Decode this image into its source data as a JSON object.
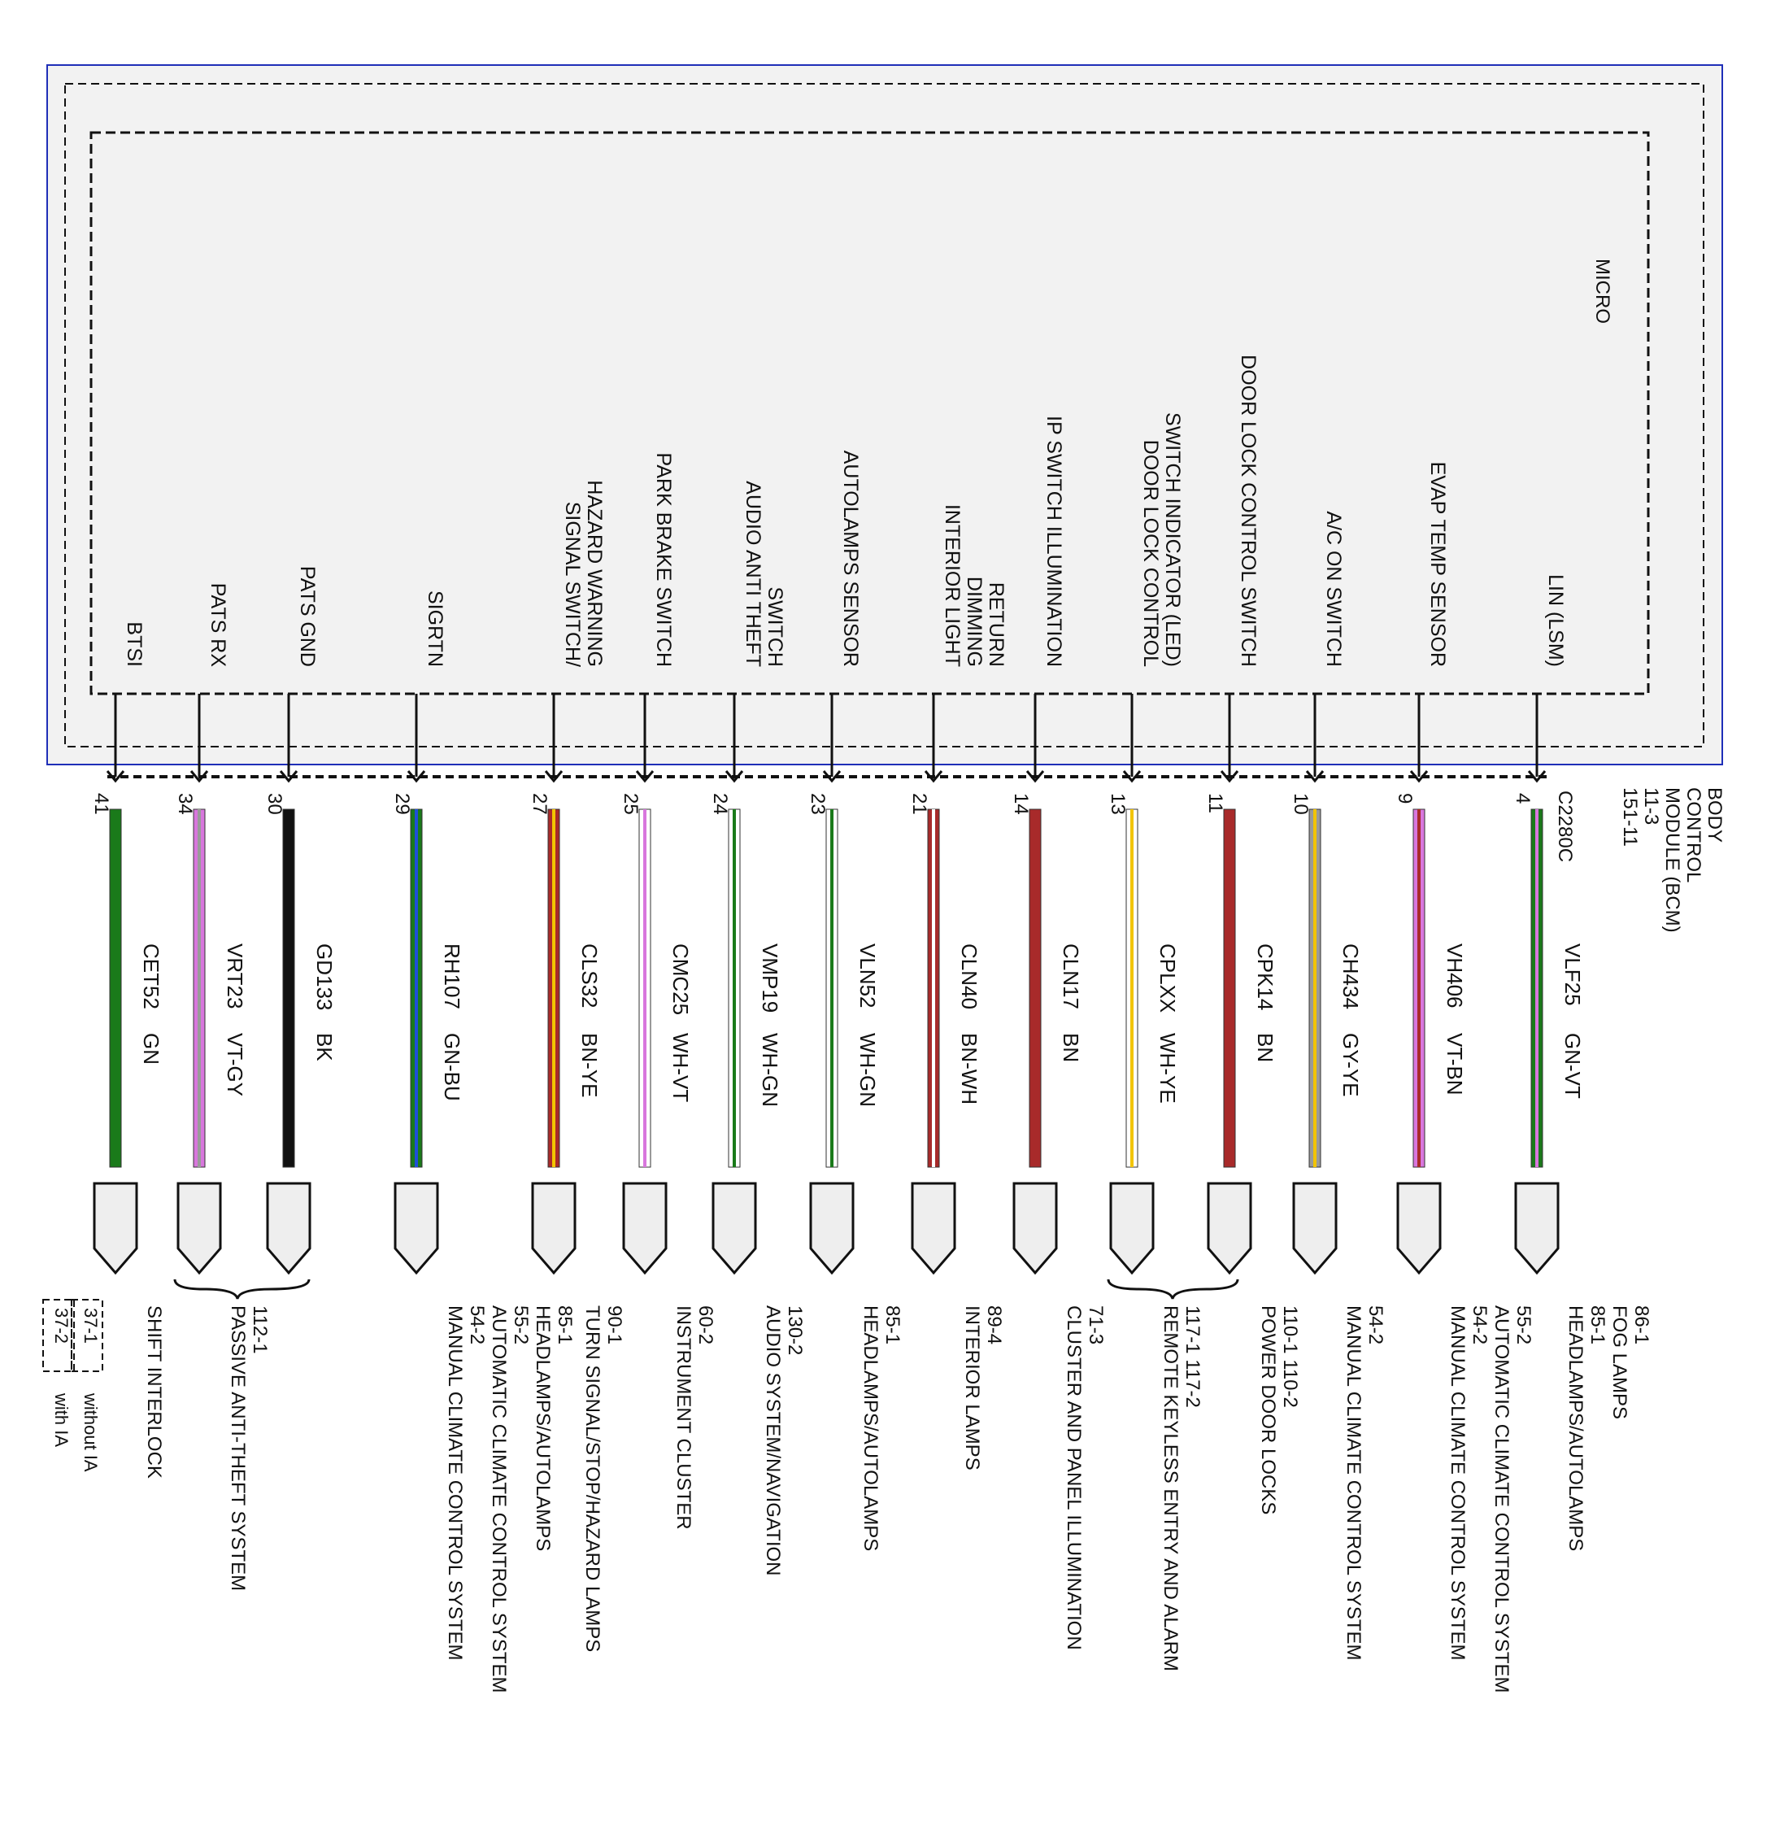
{
  "module": {
    "micro_label": "MICRO",
    "title_lines": [
      "BODY",
      "CONTROL",
      "MODULE (BCM)",
      "11-3",
      "151-11"
    ],
    "connector": "C2280C"
  },
  "colors": {
    "module_border": "#1f2fb8",
    "module_fill": "#f2f2f2",
    "connector_fill": "#eeeeee",
    "wire_colors": {
      "GN": "#1a7a1a",
      "VT": "#d877dd",
      "GY": "#9a9a9a",
      "BK": "#111111",
      "BU": "#1f4fd8",
      "BN": "#a82a2a",
      "YE": "#f2c400",
      "WH": "#ffffff",
      "OG": "#d86a1a"
    }
  },
  "circuits": [
    {
      "pin": "4",
      "signal": [
        "LIN (LSM)"
      ],
      "wire": "VLF25",
      "color": "GN-VT",
      "dest": [
        "HEADLAMPS/AUTOLAMPS",
        "85-1",
        "FOG LAMPS",
        "86-1"
      ]
    },
    {
      "pin": "9",
      "signal": [
        "EVAP TEMP SENSOR"
      ],
      "wire": "VH406",
      "color": "VT-BN",
      "dest": [
        "MANUAL CLIMATE CONTROL SYSTEM",
        "54-2",
        "AUTOMATIC CLIMATE CONTROL SYSTEM",
        "55-2"
      ]
    },
    {
      "pin": "10",
      "signal": [
        "A/C ON SWITCH"
      ],
      "wire": "CH434",
      "color": "GY-YE",
      "dest": [
        "MANUAL CLIMATE CONTROL SYSTEM",
        "54-2"
      ]
    },
    {
      "pin": "11",
      "signal": [
        "DOOR LOCK CONTROL SWITCH"
      ],
      "wire": "CPK14",
      "color": "BN",
      "dest": [
        "POWER DOOR LOCKS",
        "110-1    110-2"
      ]
    },
    {
      "pin": "13",
      "signal": [
        "DOOR LOCK CONTROL",
        "SWITCH INDICATOR (LED)"
      ],
      "wire": "CPLXX",
      "color": "WH-YE",
      "dest": [
        "REMOTE KEYLESS ENTRY AND ALARM",
        "117-1    117-2"
      ]
    },
    {
      "pin": "14",
      "signal": [
        "IP SWITCH ILLUMINATION"
      ],
      "wire": "CLN17",
      "color": "BN",
      "dest": [
        "CLUSTER AND PANEL ILLUMINATION",
        "71-3"
      ]
    },
    {
      "pin": "21",
      "signal": [
        "INTERIOR LIGHT",
        "DIMMING",
        "RETURN"
      ],
      "wire": "CLN40",
      "color": "BN-WH",
      "dest": [
        "INTERIOR LAMPS",
        "89-4"
      ]
    },
    {
      "pin": "23",
      "signal": [
        "AUTOLAMPS SENSOR"
      ],
      "wire": "VLN52",
      "color": "WH-GN",
      "dest": [
        "HEADLAMPS/AUTOLAMPS",
        "85-1"
      ]
    },
    {
      "pin": "24",
      "signal": [
        "AUDIO ANTI THEFT",
        "SWITCH"
      ],
      "wire": "VMP19",
      "color": "WH-GN",
      "dest": [
        "AUDIO SYSTEM/NAVIGATION",
        "130-2"
      ]
    },
    {
      "pin": "25",
      "signal": [
        "PARK BRAKE SWITCH"
      ],
      "wire": "CMC25",
      "color": "WH-VT",
      "dest": [
        "INSTRUMENT CLUSTER",
        "60-2"
      ]
    },
    {
      "pin": "27",
      "signal": [
        "SIGNAL SWITCH/",
        "HAZARD WARNING"
      ],
      "wire": "CLS32",
      "color": "BN-YE",
      "dest": [
        "TURN SIGNAL/STOP/HAZARD LAMPS",
        "90-1"
      ]
    },
    {
      "pin": "29",
      "signal": [
        "SIGRTN"
      ],
      "wire": "RH107",
      "color": "GN-BU",
      "dest": [
        "MANUAL CLIMATE CONTROL SYSTEM",
        "54-2",
        "AUTOMATIC CLIMATE CONTROL SYSTEM",
        "55-2",
        "HEADLAMPS/AUTOLAMPS",
        "85-1"
      ]
    },
    {
      "pin": "30",
      "signal": [
        "PATS GND"
      ],
      "wire": "GD133",
      "color": "BK",
      "dest": []
    },
    {
      "pin": "34",
      "signal": [
        "PATS RX"
      ],
      "wire": "VRT23",
      "color": "VT-GY",
      "dest": [
        "PASSIVE ANTI-THEFT SYSTEM",
        "112-1"
      ]
    },
    {
      "pin": "41",
      "signal": [
        "BTSI"
      ],
      "wire": "CET52",
      "color": "GN",
      "dest": [
        "SHIFT INTERLOCK"
      ]
    }
  ],
  "shift_interlock_options": [
    {
      "ref": "37-1",
      "condition": "without IA"
    },
    {
      "ref": "37-2",
      "condition": "with IA"
    }
  ]
}
